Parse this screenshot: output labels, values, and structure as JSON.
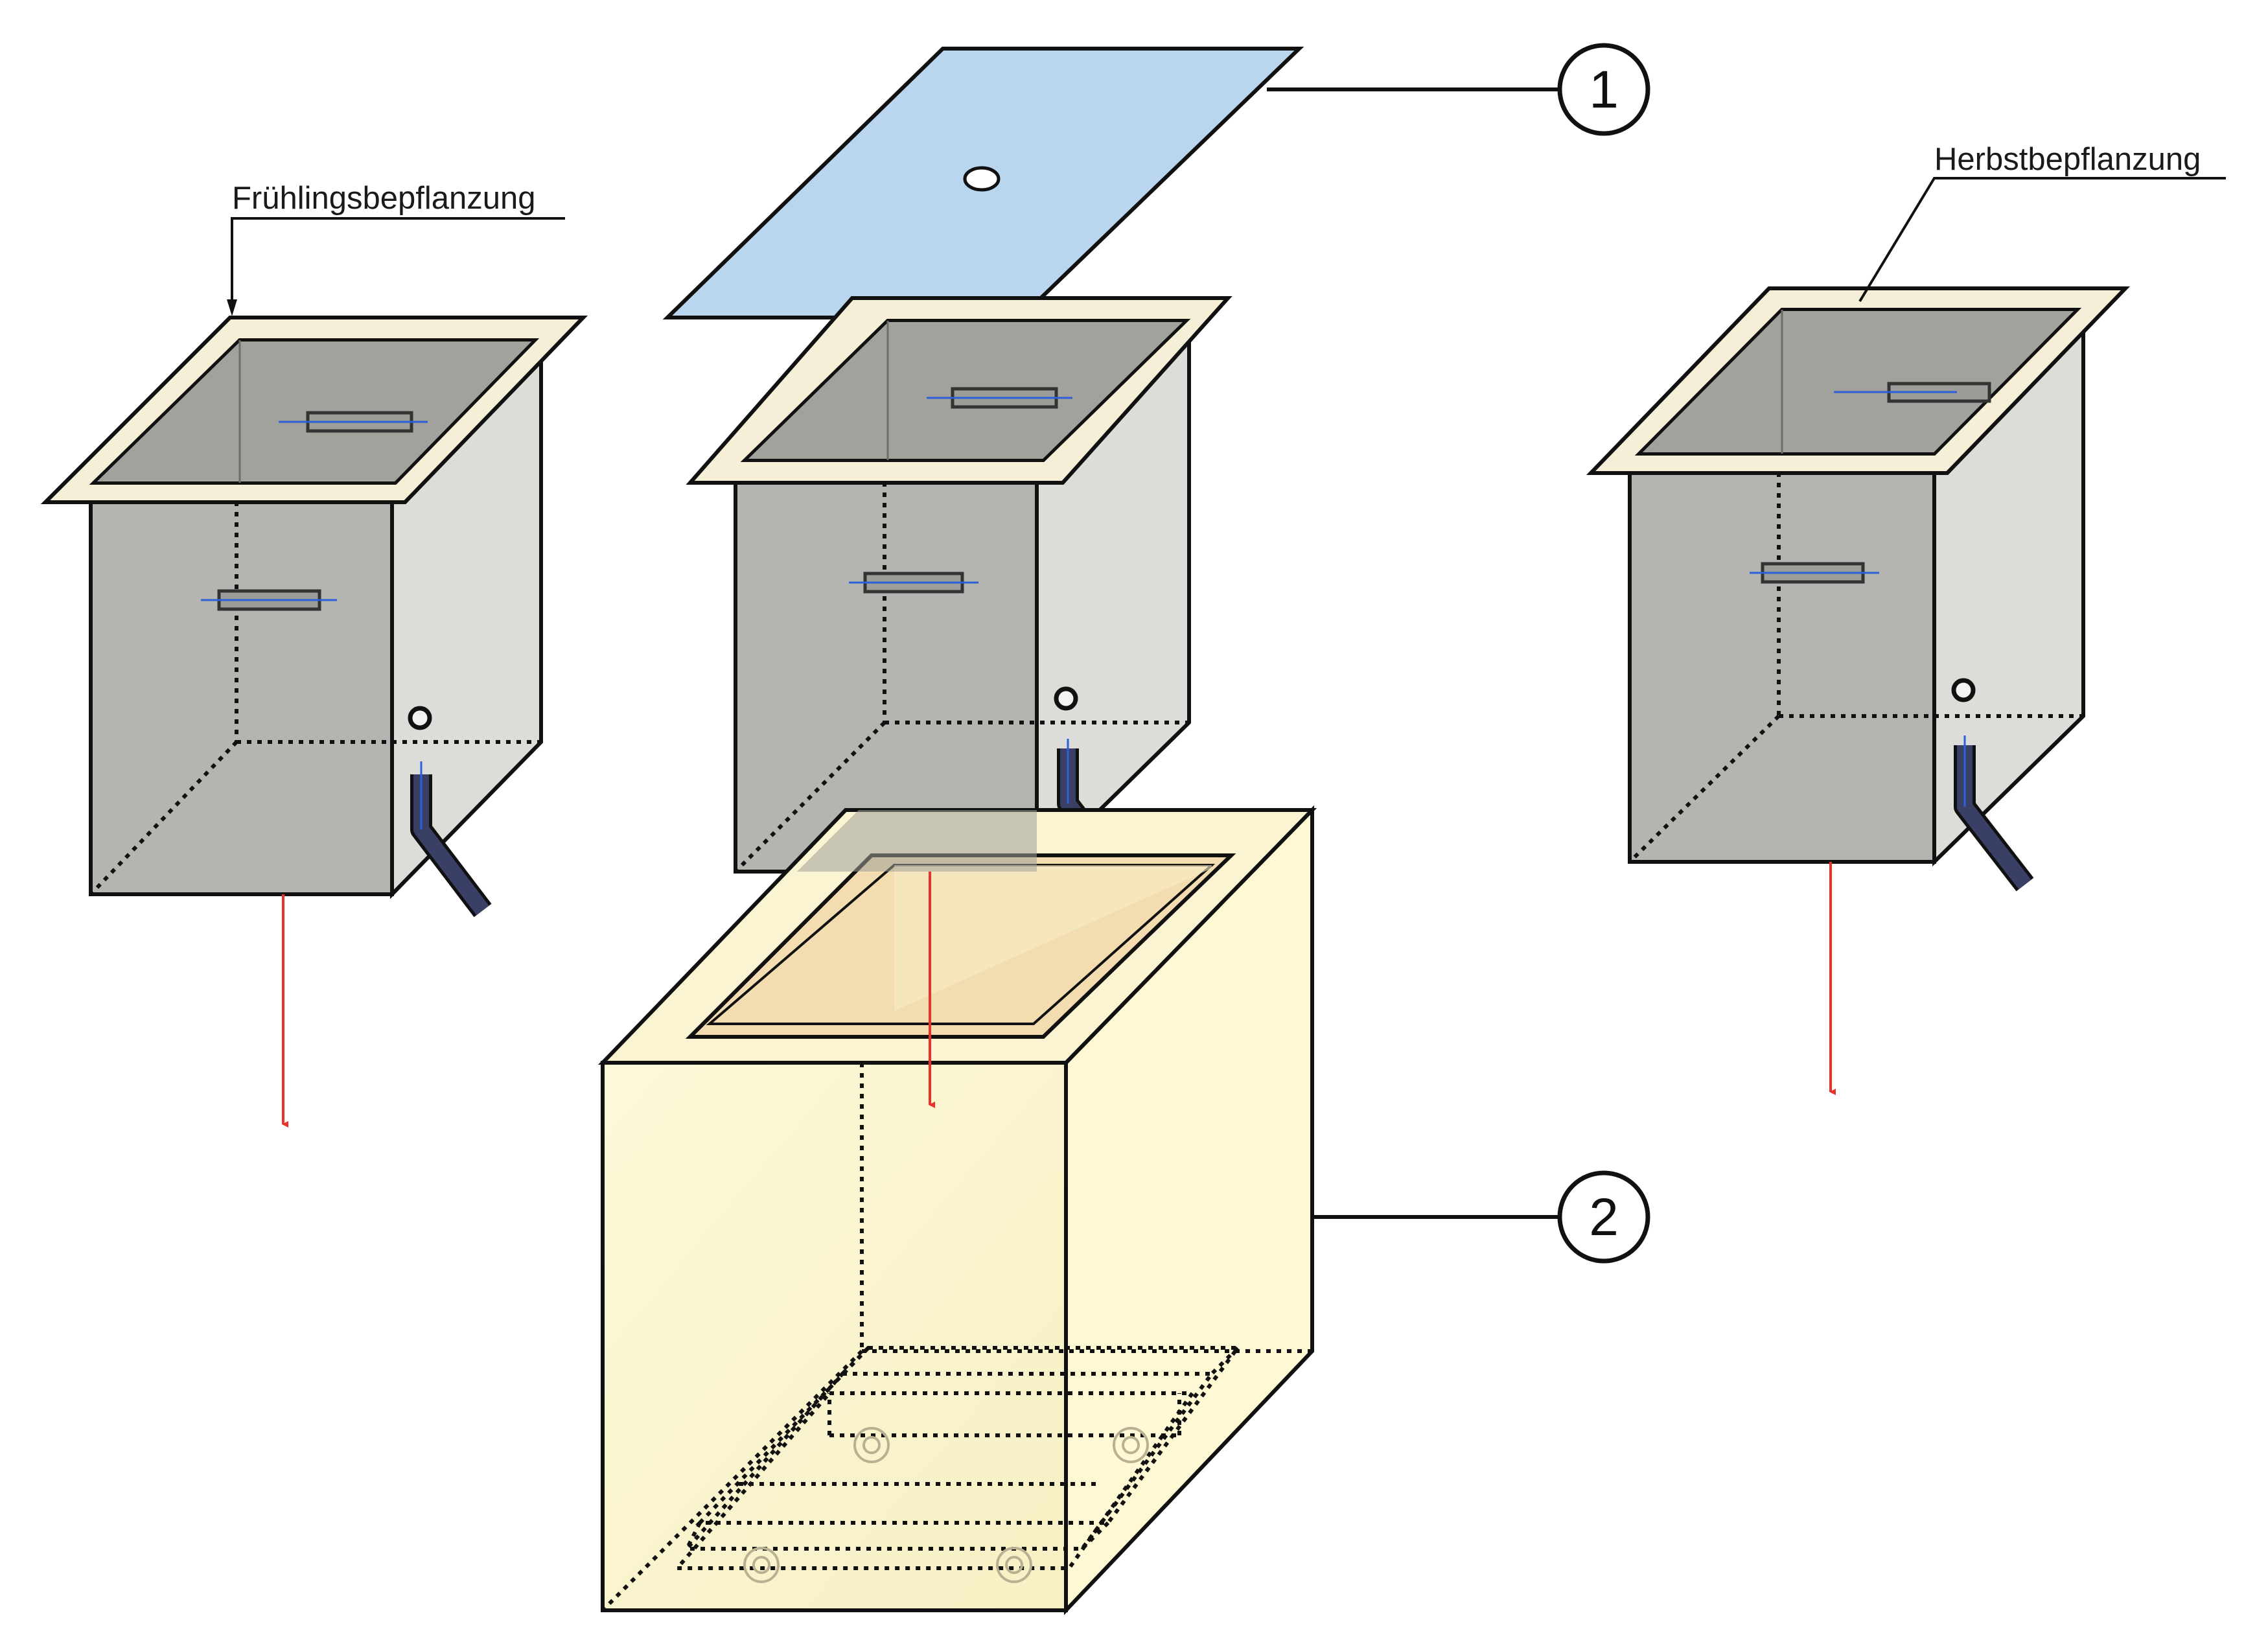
{
  "labels": {
    "spring": "Frühlingsbepflanzung",
    "autumn": "Herbstbepflanzung"
  },
  "callouts": {
    "lid": "1",
    "outer_box": "2"
  },
  "colors": {
    "insert_front": "#b4b4b0",
    "insert_side": "#dcdcd8",
    "insert_inner": "#a2a29c",
    "rim": "#f5efd8",
    "lid": "#b9d6ee",
    "outer_box_front": "#fbf7cf",
    "outer_box_side": "#fff8d4",
    "outer_box_inner": "#f3ddb0",
    "arrow": "#e8322b",
    "drain_pipe": "#3a3f66",
    "axis_blue": "#2c5fd9"
  }
}
